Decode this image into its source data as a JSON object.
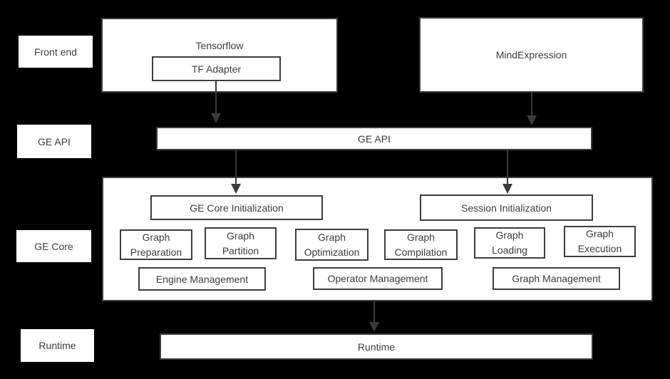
{
  "colors": {
    "background": "#000000",
    "box_fill": "#ffffff",
    "border": "#3d3d3d",
    "text": "#3c3c3c",
    "arrow": "#3a3a3a"
  },
  "row_labels": {
    "front_end": "Front end",
    "ge_api": "GE API",
    "ge_core": "GE Core",
    "runtime": "Runtime"
  },
  "front_end_row": {
    "tensorflow": "Tensorflow",
    "tf_adapter": "TF Adapter",
    "mindexpression": "MindExpression"
  },
  "ge_api_row": {
    "bar": "GE API"
  },
  "ge_core_row": {
    "ge_core_initialization": "GE Core Initialization",
    "session_initialization": "Session Initialization",
    "stages": [
      {
        "label": "Graph\nPreparation"
      },
      {
        "label": "Graph\nPartition"
      },
      {
        "label": "Graph\nOptimization"
      },
      {
        "label": "Graph\nCompilation"
      },
      {
        "label": "Graph\nLoading"
      },
      {
        "label": "Graph\nExecution"
      }
    ],
    "management": [
      {
        "label": "Engine Management"
      },
      {
        "label": "Operator Management"
      },
      {
        "label": "Graph Management"
      }
    ]
  },
  "runtime_row": {
    "bar": "Runtime"
  }
}
